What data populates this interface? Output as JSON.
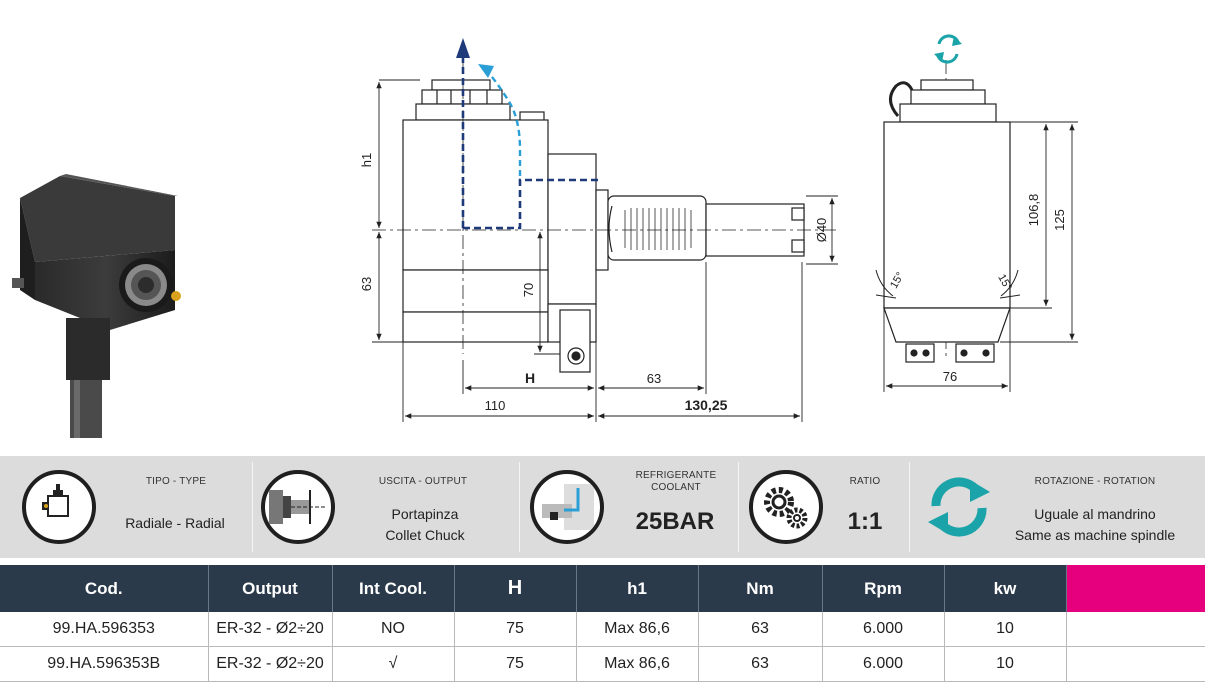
{
  "dimensions": {
    "h1": "h1",
    "d63_left": "63",
    "d70": "70",
    "H": "H",
    "d63_bottom": "63",
    "d110": "110",
    "d130": "130,25",
    "d40": "Ø40",
    "d106": "106,8",
    "d125": "125",
    "d76": "76",
    "angle_left": "15°",
    "angle_right": "15°"
  },
  "specs": {
    "type": {
      "label": "TIPO - TYPE",
      "value": "Radiale - Radial"
    },
    "output": {
      "label": "USCITA - OUTPUT",
      "value_line1": "Portapinza",
      "value_line2": "Collet Chuck"
    },
    "coolant": {
      "label_line1": "REFRIGERANTE",
      "label_line2": "COOLANT",
      "value": "25BAR"
    },
    "ratio": {
      "label": "RATIO",
      "value": "1:1"
    },
    "rotation": {
      "label": "ROTAZIONE - ROTATION",
      "value_line1": "Uguale al mandrino",
      "value_line2": "Same as machine spindle"
    }
  },
  "colors": {
    "header_bg": "#2b3a4a",
    "accent": "#e6007e",
    "spec_bar": "#dcdcdc",
    "teal": "#1aa3a8",
    "coolant_blue": "#2a9fd6",
    "axis_blue": "#1f3a7a"
  },
  "table": {
    "headers": [
      "Cod.",
      "Output",
      "Int Cool.",
      "H",
      "h1",
      "Nm",
      "Rpm",
      "kw"
    ],
    "rows": [
      [
        "99.HA.596353",
        "ER-32 - Ø2÷20",
        "NO",
        "75",
        "Max 86,6",
        "63",
        "6.000",
        "10"
      ],
      [
        "99.HA.596353B",
        "ER-32 - Ø2÷20",
        "√",
        "75",
        "Max 86,6",
        "63",
        "6.000",
        "10"
      ]
    ]
  }
}
